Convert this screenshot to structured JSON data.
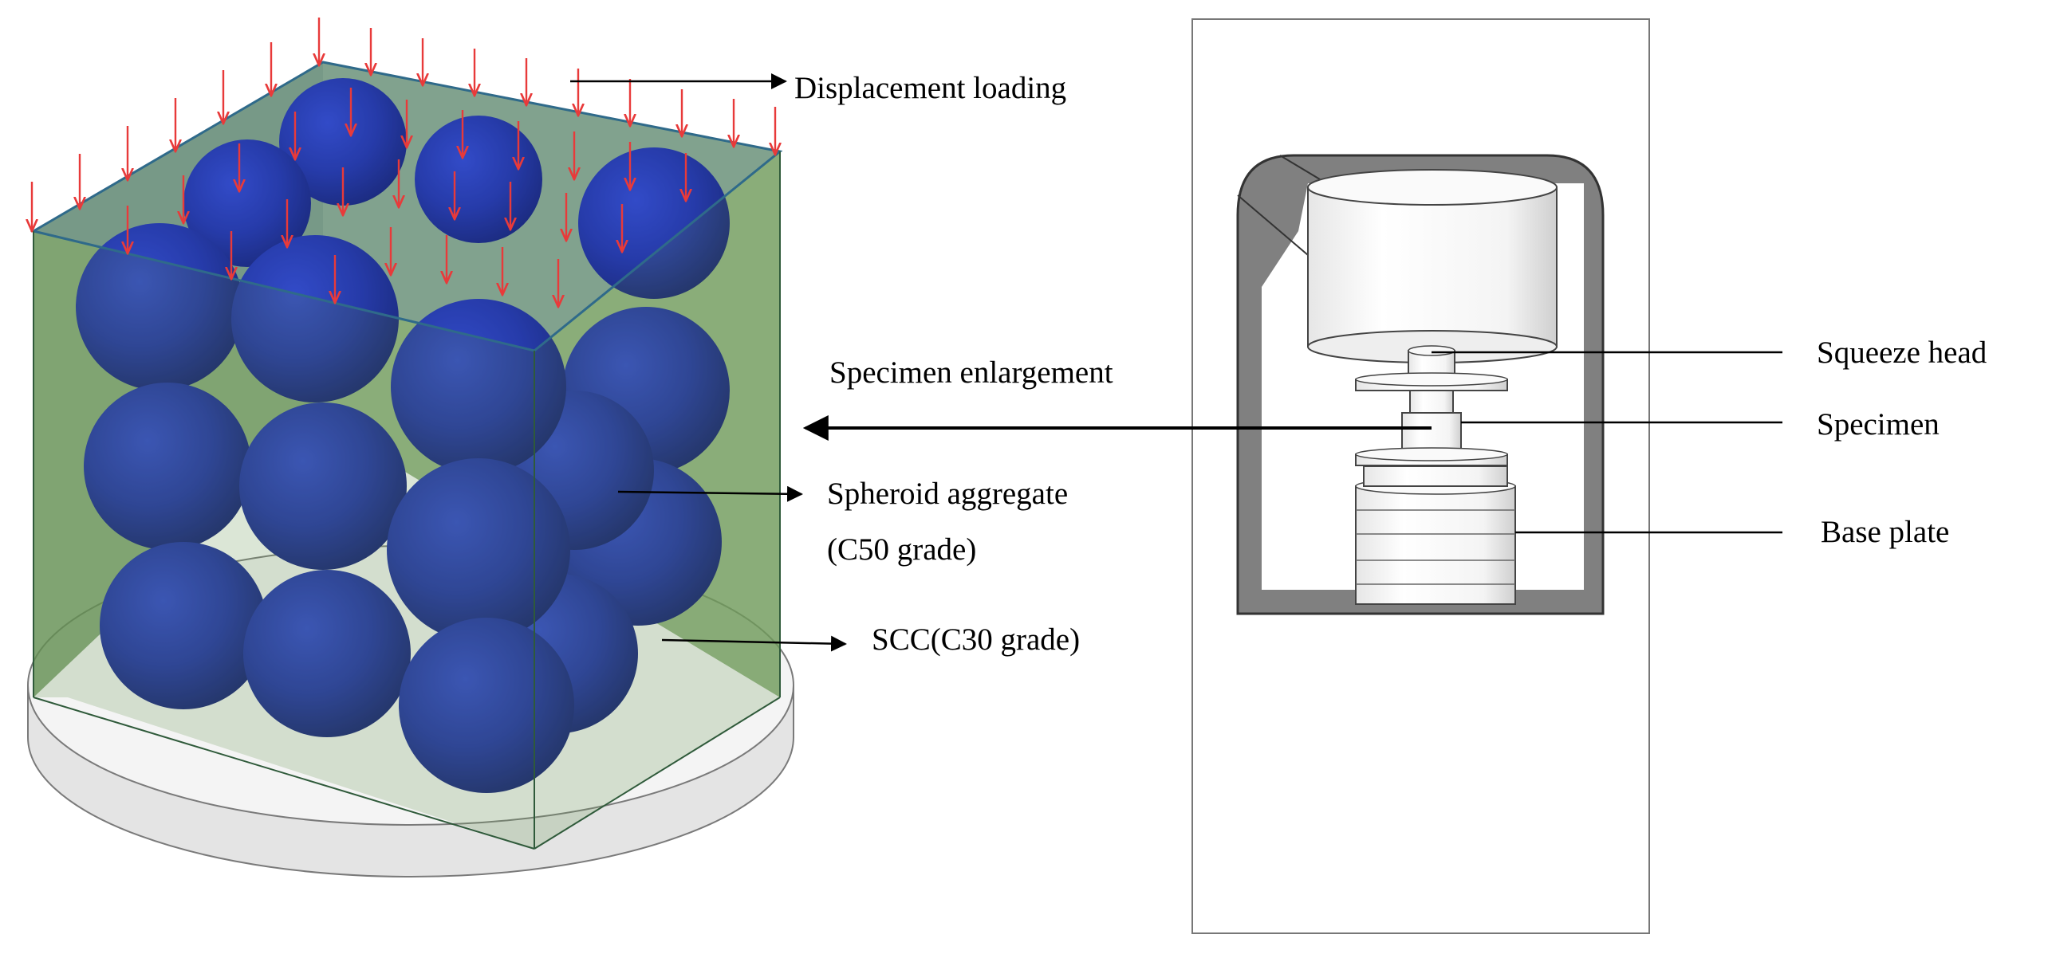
{
  "labels": {
    "displacement_loading": "Displacement loading",
    "specimen_enlargement": "Specimen enlargement",
    "spheroid_aggregate_line1": "Spheroid aggregate",
    "spheroid_aggregate_line2": "(C50 grade)",
    "scc": "SCC(C30 grade)",
    "squeeze_head": "Squeeze head",
    "specimen": "Specimen",
    "base_plate": "Base plate"
  },
  "colors": {
    "aggregate": "#1a2aa8",
    "matrix": "#6f9a5a",
    "load_arrows": "#e83a3a",
    "base_disc": "#f2f2f2",
    "frame_gray": "#7a7a7a"
  }
}
